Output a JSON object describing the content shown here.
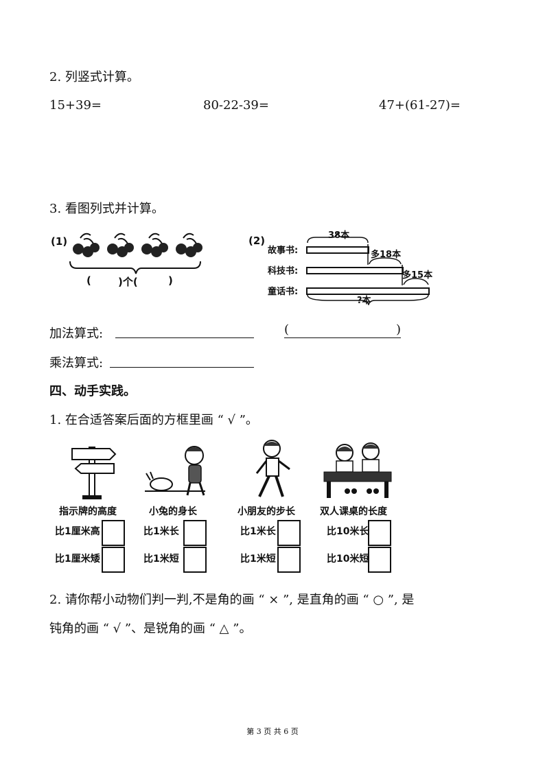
{
  "q2_vertical": {
    "heading": "2. 列竖式计算。",
    "problems": [
      "15+39=",
      "80-22-39=",
      "47+(61-27)="
    ]
  },
  "q3_picture": {
    "heading": "3. 看图列式并计算。",
    "part1": {
      "label": "(1)",
      "blank_left": "(",
      "blank_mid": ")个(",
      "blank_right": ")"
    },
    "part2": {
      "label": "(2)",
      "rows": [
        "故事书:",
        "科技书:",
        "童话书:"
      ],
      "diff1": "38本",
      "diff2": "多18本",
      "diff3": "多15本",
      "question": "?本"
    },
    "add_label": "加法算式:",
    "mult_label": "乘法算式:",
    "paren_left": "(",
    "paren_right": ")"
  },
  "section4": {
    "heading": "四、动手实践。"
  },
  "q4_1": {
    "heading": "1. 在合适答案后面的方框里画 “ √ ”。",
    "items": [
      {
        "caption": "指示牌的高度",
        "opt1": "比1厘米高",
        "opt2": "比1厘米矮"
      },
      {
        "caption": "小兔的身长",
        "opt1": "比1米长",
        "opt2": "比1米短"
      },
      {
        "caption": "小朋友的步长",
        "opt1": "比1米长",
        "opt2": "比1米短"
      },
      {
        "caption": "双人课桌的长度",
        "opt1": "比10米长",
        "opt2": "比10米短"
      }
    ]
  },
  "q4_2": {
    "line1": "2. 请你帮小动物们判一判,不是角的画 “ × ”, 是直角的画 “ ○ ”, 是",
    "line2": "钝角的画 “ √ ”、是锐角的画 “ △ ”。"
  },
  "footer": {
    "text": "第 3 页 共 6 页"
  }
}
